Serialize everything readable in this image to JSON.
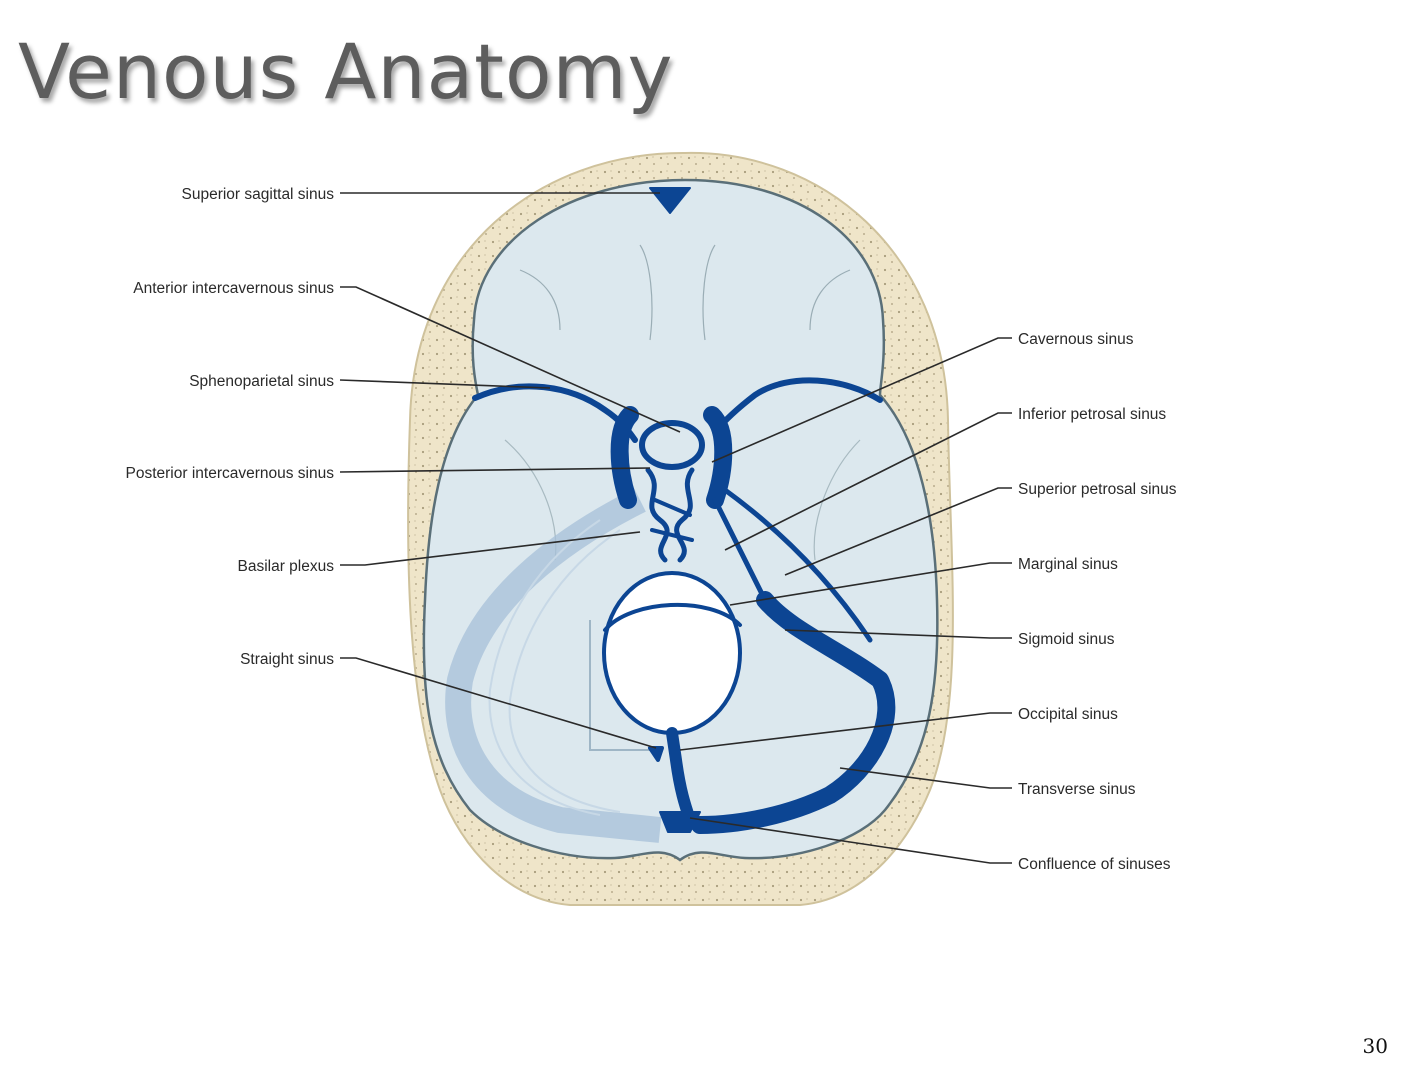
{
  "slide": {
    "title": "Venous Anatomy",
    "page_number": "30"
  },
  "diagram": {
    "left_labels": [
      "Superior sagittal sinus",
      "Anterior intercavernous sinus",
      "Sphenoparietal sinus",
      "Posterior intercavernous sinus",
      "Basilar plexus",
      "Straight sinus"
    ],
    "right_labels": [
      "Cavernous sinus",
      "Inferior petrosal sinus",
      "Superior petrosal sinus",
      "Marginal sinus",
      "Sigmoid sinus",
      "Occipital sinus",
      "Transverse sinus",
      "Confluence of sinuses"
    ]
  },
  "colors": {
    "sinus_blue": "#0c4593",
    "dura": "#dce8ee",
    "bone": "#efe5c9",
    "title_gray": "#5d5d5d"
  }
}
